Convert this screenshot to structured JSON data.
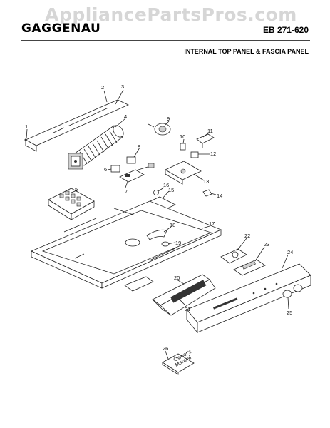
{
  "watermark": "AppliancePartsPros.com",
  "header": {
    "brand": "GAGGENAU",
    "model": "EB 271-620",
    "title": "INTERNAL TOP PANEL & FASCIA PANEL"
  },
  "manual": {
    "label_line1": "Owner's",
    "label_line2": "Manual"
  },
  "callouts": [
    "1",
    "2",
    "3",
    "4",
    "5",
    "6",
    "7",
    "8",
    "9",
    "10",
    "11",
    "12",
    "13",
    "14",
    "15",
    "16",
    "17",
    "18",
    "19",
    "20",
    "21",
    "22",
    "23",
    "24",
    "25",
    "26"
  ]
}
